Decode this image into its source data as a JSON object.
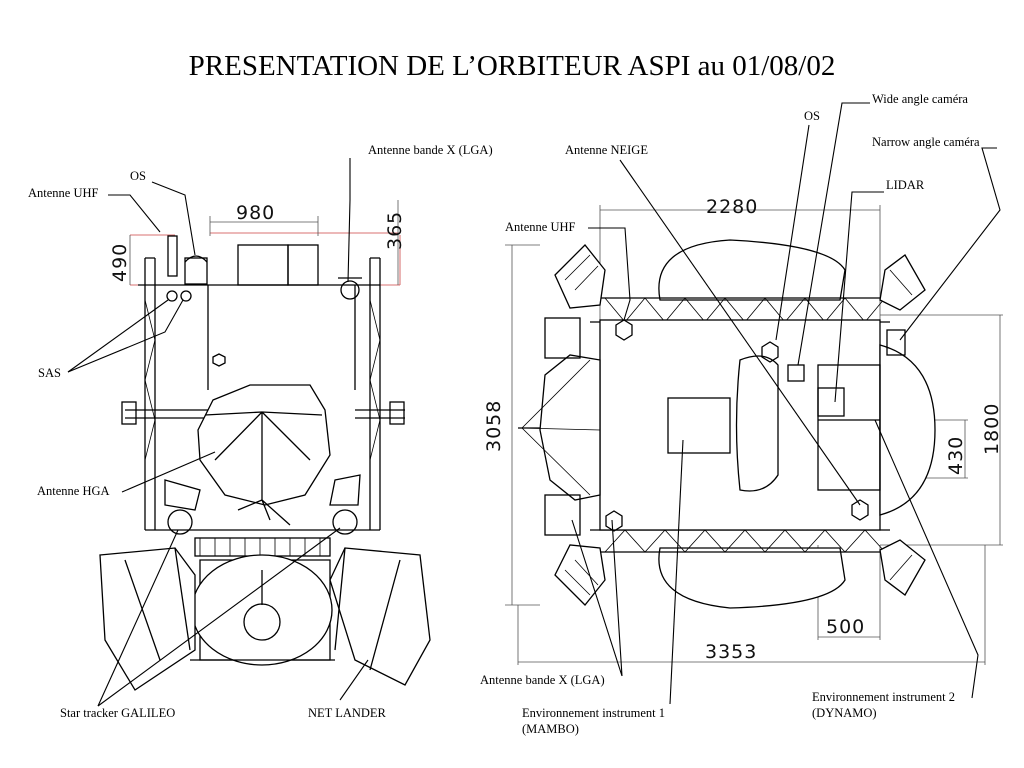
{
  "title": "PRESENTATION DE L’ORBITEUR ASPI au 01/08/02",
  "left_view": {
    "labels": {
      "os": "OS",
      "antenne_uhf": "Antenne UHF",
      "antenne_bande_x": "Antenne bande X (LGA)",
      "sas": "SAS",
      "antenne_hga": "Antenne HGA",
      "star_tracker": "Star tracker GALILEO",
      "net_lander": "NET LANDER"
    },
    "dimensions": {
      "width": "980",
      "height_right": "365",
      "height_left": "490"
    }
  },
  "right_view": {
    "labels": {
      "wide_angle": "Wide angle caméra",
      "os": "OS",
      "narrow_angle": "Narrow angle caméra",
      "lidar": "LIDAR",
      "antenne_neige": "Antenne NEIGE",
      "antenne_uhf": "Antenne UHF",
      "antenne_bande_x": "Antenne bande X (LGA)",
      "env1_line1": "Environnement instrument 1",
      "env1_line2": "(MAMBO)",
      "env2_line1": "Environnement instrument 2",
      "env2_line2": "(DYNAMO)"
    },
    "dimensions": {
      "top_width": "2280",
      "left_height": "3058",
      "right_height": "1800",
      "right_small": "430",
      "bottom_small": "500",
      "bottom_width": "3353"
    }
  }
}
